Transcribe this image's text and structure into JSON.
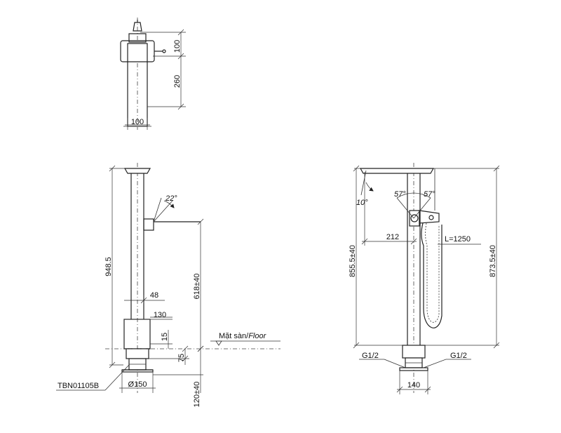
{
  "top_view": {
    "dim_a": "100",
    "dim_b": "260",
    "dim_c": "100"
  },
  "front_view": {
    "angle": "22°",
    "overall_height": "948.5",
    "spout_height": "618±40",
    "dim_48": "48",
    "dim_130": "130",
    "dim_15": "15",
    "dim_75": "75",
    "below_floor": "120±40",
    "diameter": "Ø150",
    "part_code": "TBN01105B",
    "floor_label_vi": "Mặt sàn/",
    "floor_label_en": "Floor"
  },
  "side_view": {
    "angle_10": "10°",
    "angle_57_left": "57°",
    "angle_57_right": "57°",
    "dim_212": "212",
    "hose_length": "L=1250",
    "height_left": "855.5±40",
    "height_right": "873.5±40",
    "thread_left": "G1/2",
    "thread_right": "G1/2",
    "base_width": "140"
  }
}
